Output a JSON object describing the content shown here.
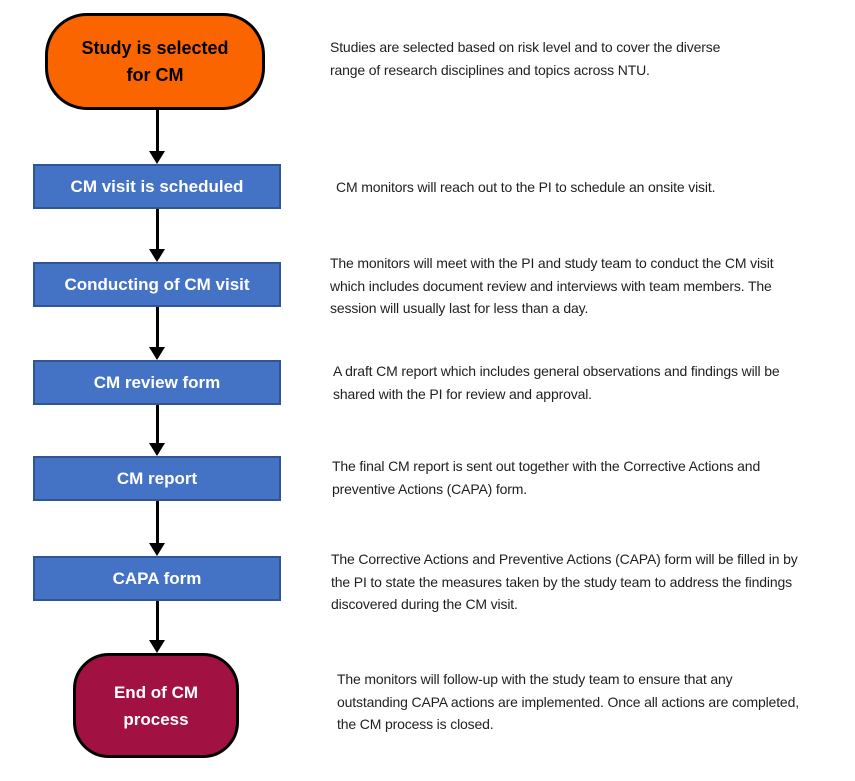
{
  "palette": {
    "start_fill": "#FB6500",
    "process_fill": "#4472C4",
    "process_border": "#2F5597",
    "end_fill": "#A11243",
    "node_outline": "#000000",
    "arrow_color": "#000000"
  },
  "steps": [
    {
      "label": "Study is selected\nfor CM",
      "shape": "stadium",
      "description": "Studies are selected based on risk level and to cover the diverse\nrange of research disciplines and topics across NTU."
    },
    {
      "label": "CM visit is scheduled",
      "shape": "rect",
      "description": "CM monitors will reach out to the PI to schedule an onsite visit."
    },
    {
      "label": "Conducting of CM visit",
      "shape": "rect",
      "description": "The monitors will meet with the PI and study team to conduct the CM visit\nwhich includes document review and interviews with team members. The\nsession will usually last for less than a day."
    },
    {
      "label": "CM review form",
      "shape": "rect",
      "description": "A draft CM report which includes general observations and findings will be\nshared with the PI for review and approval."
    },
    {
      "label": "CM report",
      "shape": "rect",
      "description": "The final CM report is sent out together with the Corrective Actions and\npreventive Actions (CAPA) form."
    },
    {
      "label": "CAPA form",
      "shape": "rect",
      "description": "The Corrective Actions and Preventive Actions (CAPA) form will be filled in by\nthe PI to state the measures taken by the study team to address the findings\ndiscovered during the CM visit."
    },
    {
      "label": "End of CM\nprocess",
      "shape": "stadium",
      "description": "The monitors will follow-up with the study team to ensure that any\noutstanding CAPA actions are implemented. Once all actions are completed,\nthe CM process is closed."
    }
  ]
}
